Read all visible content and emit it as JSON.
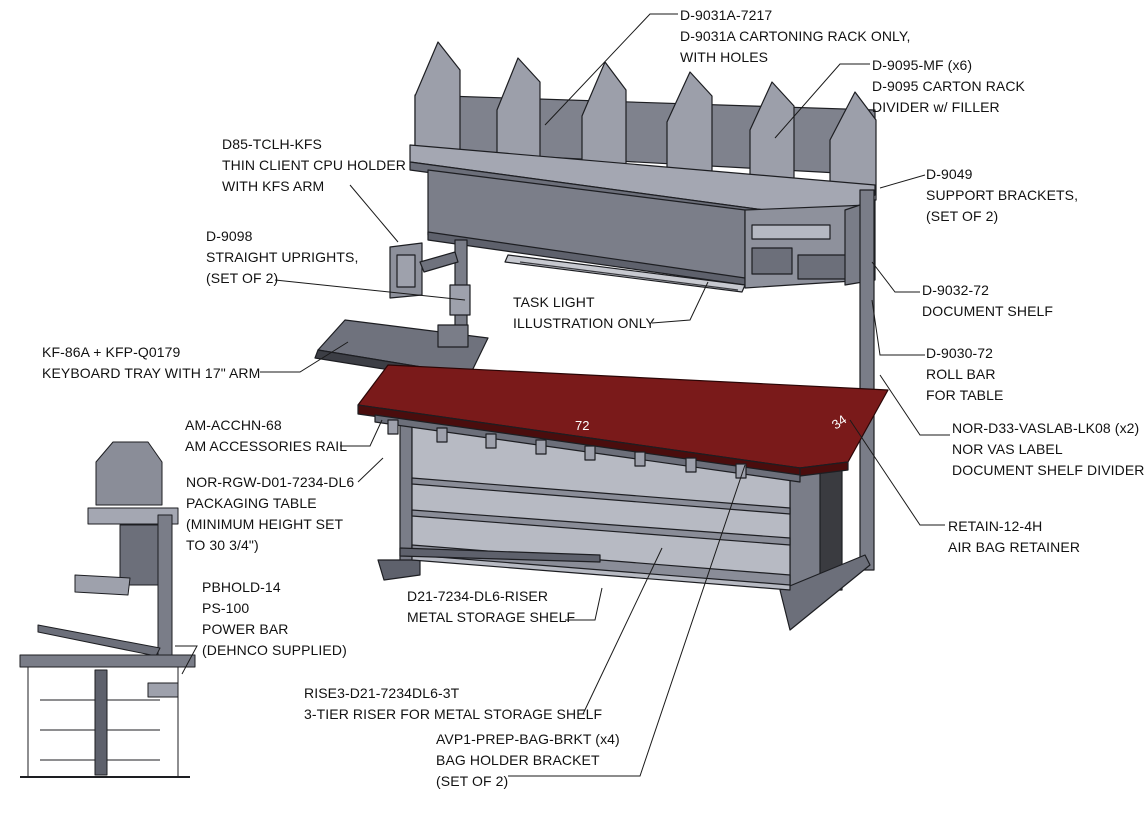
{
  "colors": {
    "steel": "#8a8d98",
    "steel_light": "#a4a7b2",
    "steel_dark": "#5e616c",
    "outline": "#1d1e22",
    "tabletop": "#7a1a1a",
    "tabletop_edge": "#4a0d0d",
    "leader": "#1a1a1a",
    "text": "#111111"
  },
  "dimensions": {
    "width": "72",
    "depth": "34"
  },
  "callouts": [
    {
      "id": "cartoning-rack",
      "lines": [
        "D-9031A-7217",
        "D-9031A CARTONING RACK ONLY,",
        "WITH HOLES"
      ]
    },
    {
      "id": "carton-rack-divider",
      "lines": [
        "D-9095-MF (x6)",
        "D-9095 CARTON RACK",
        "DIVIDER w/ FILLER"
      ]
    },
    {
      "id": "cpu-holder",
      "lines": [
        "D85-TCLH-KFS",
        "THIN CLIENT CPU HOLDER",
        "WITH KFS ARM"
      ]
    },
    {
      "id": "support-brackets",
      "lines": [
        "D-9049",
        "SUPPORT BRACKETS,",
        "(SET OF 2)"
      ]
    },
    {
      "id": "straight-uprights",
      "lines": [
        "D-9098",
        "STRAIGHT UPRIGHTS,",
        "(SET OF 2)"
      ]
    },
    {
      "id": "document-shelf",
      "lines": [
        "D-9032-72",
        "DOCUMENT SHELF"
      ]
    },
    {
      "id": "task-light",
      "lines": [
        "TASK LIGHT",
        "ILLUSTRATION ONLY"
      ]
    },
    {
      "id": "roll-bar",
      "lines": [
        "D-9030-72",
        "ROLL BAR",
        "FOR TABLE"
      ]
    },
    {
      "id": "keyboard-tray",
      "lines": [
        "KF-86A + KFP-Q0179",
        "KEYBOARD TRAY WITH 17\" ARM"
      ]
    },
    {
      "id": "accessories-rail",
      "lines": [
        "AM-ACCHN-68",
        "AM ACCESSORIES RAIL"
      ]
    },
    {
      "id": "vas-label",
      "lines": [
        "NOR-D33-VASLAB-LK08 (x2)",
        "NOR VAS LABEL",
        "DOCUMENT SHELF DIVIDER"
      ]
    },
    {
      "id": "packaging-table",
      "lines": [
        "NOR-RGW-D01-7234-DL6",
        "PACKAGING TABLE",
        "(MINIMUM HEIGHT SET",
        "TO 30 3/4\")"
      ]
    },
    {
      "id": "air-bag-retainer",
      "lines": [
        "RETAIN-12-4H",
        "AIR BAG RETAINER"
      ]
    },
    {
      "id": "power-bar",
      "lines": [
        "PBHOLD-14",
        "PS-100",
        "POWER BAR",
        "(DEHNCO SUPPLIED)"
      ]
    },
    {
      "id": "metal-storage-shelf",
      "lines": [
        "D21-7234-DL6-RISER",
        "METAL STORAGE SHELF"
      ]
    },
    {
      "id": "riser",
      "lines": [
        "RISE3-D21-7234DL6-3T",
        "3-TIER RISER FOR METAL STORAGE SHELF"
      ]
    },
    {
      "id": "bag-holder-bracket",
      "lines": [
        "AVP1-PREP-BAG-BRKT (x4)",
        "BAG HOLDER BRACKET",
        "(SET OF 2)"
      ]
    }
  ]
}
